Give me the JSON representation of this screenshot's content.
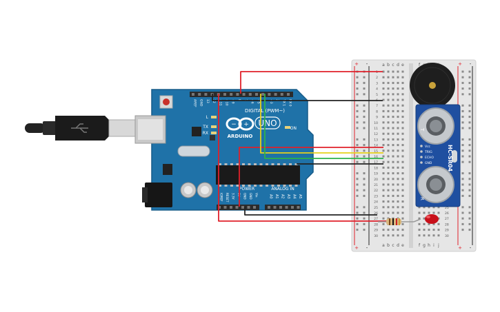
{
  "arduino": {
    "brand": "ARDUINO",
    "model": "UNO",
    "digital_header": "DIGITAL (PWM~)",
    "power_header": "POWER",
    "analog_header": "ANALOG IN",
    "led_l": "L",
    "led_tx": "TX",
    "led_rx": "RX",
    "led_on": "ON",
    "pin_top": [
      "AREF",
      "GND",
      "13",
      "12",
      "~11",
      "~10",
      "~9",
      "8",
      "7",
      "~6",
      "~5",
      "4",
      "~3",
      "2",
      "TX 1",
      "RX 0"
    ],
    "pin_power": [
      "IOREF",
      "RESET",
      "3.3V",
      "5V",
      "GND",
      "GND",
      "Vin"
    ],
    "pin_analog": [
      "A0",
      "A1",
      "A2",
      "A3",
      "A4",
      "A5"
    ]
  },
  "breadboard": {
    "col_letters_left": [
      "a",
      "b",
      "c",
      "d",
      "e"
    ],
    "col_letters_right": [
      "f",
      "g",
      "h",
      "i",
      "j"
    ],
    "row_numbers": [
      "1",
      "2",
      "3",
      "4",
      "5",
      "6",
      "7",
      "8",
      "9",
      "10",
      "11",
      "12",
      "13",
      "14",
      "15",
      "16",
      "17",
      "18",
      "19",
      "20",
      "21",
      "22",
      "23",
      "24",
      "25",
      "26",
      "27",
      "28",
      "29",
      "30"
    ],
    "rail_plus": "+",
    "rail_minus": "-"
  },
  "sensor": {
    "model": "HC-SR04",
    "pins": [
      "Vcc",
      "TRIG",
      "ECHO",
      "GND"
    ],
    "left_label": "T",
    "right_label": "R"
  },
  "colors": {
    "board": "#1f72a8",
    "board_dark": "#175b88",
    "header": "#2b2b2b",
    "breadboard": "#e6e6e6",
    "wire_red": "#e0202a",
    "wire_black": "#222222",
    "wire_yellow": "#e8d21a",
    "wire_green": "#2db24a",
    "buzzer": "#1e1e1e",
    "led": "#c8101a",
    "sensor_board": "#1f4fa0"
  }
}
